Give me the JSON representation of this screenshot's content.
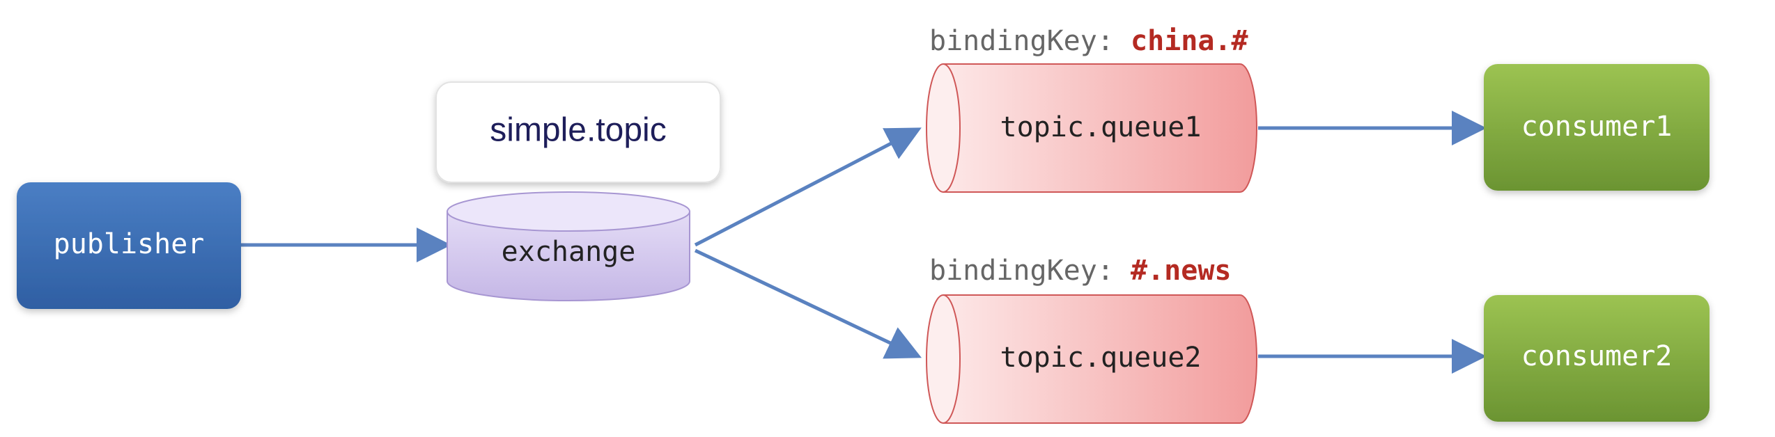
{
  "nodes": {
    "publisher": {
      "label": "publisher"
    },
    "exchange": {
      "label": "exchange",
      "name_tag": "simple.topic"
    },
    "queue1": {
      "label": "topic.queue1",
      "binding_prefix": "bindingKey: ",
      "binding_key": "china.#"
    },
    "queue2": {
      "label": "topic.queue2",
      "binding_prefix": "bindingKey: ",
      "binding_key": "#.news"
    },
    "consumer1": {
      "label": "consumer1"
    },
    "consumer2": {
      "label": "consumer2"
    }
  },
  "colors": {
    "publisher": "#3b6db5",
    "exchange": "#d4c8ee",
    "queue": "#f4a6a6",
    "consumer": "#7fa83a",
    "arrow": "#5a82c0",
    "binding_key": "#b42a22"
  }
}
